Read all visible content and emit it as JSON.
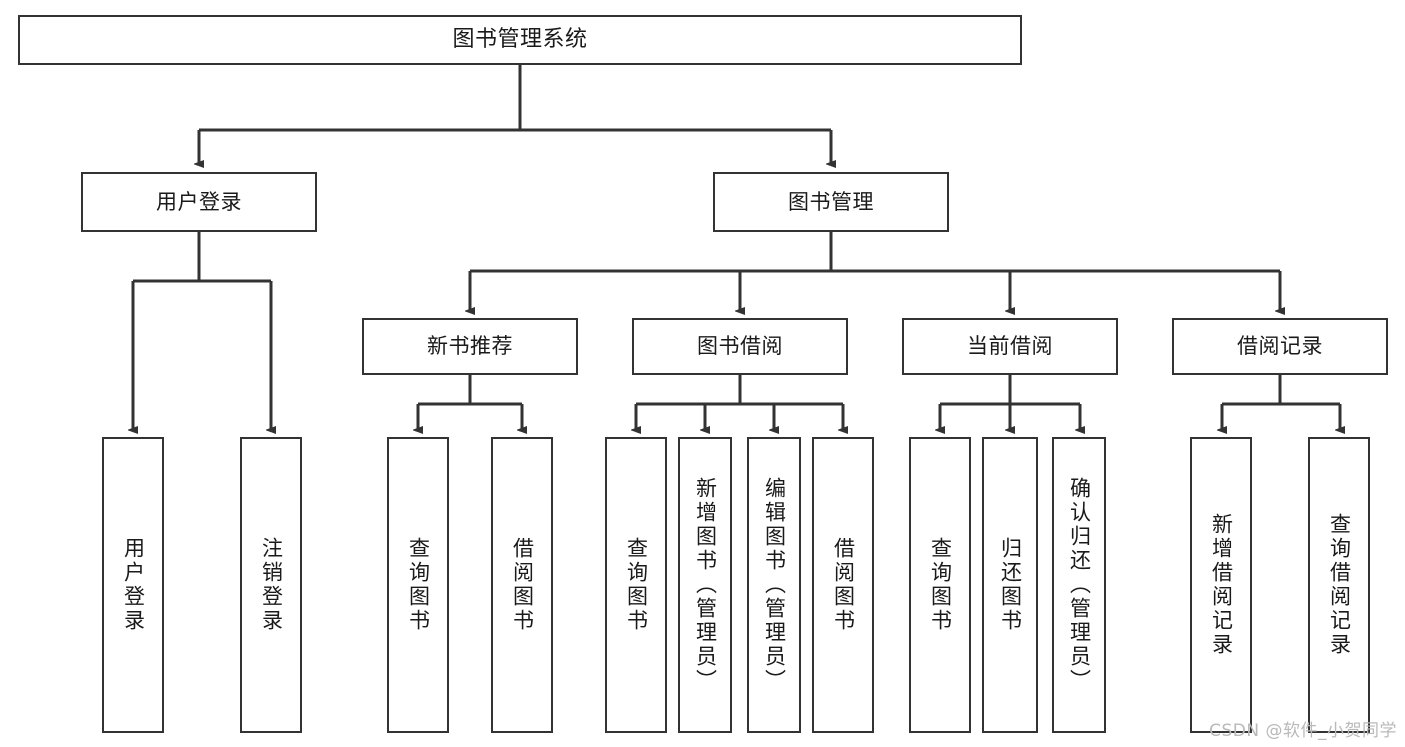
{
  "diagram": {
    "title": "图书管理系统",
    "type": "tree-hierarchy-chart",
    "colors": {
      "box_border": "#333333",
      "box_fill": "#ffffff",
      "edge": "#333333",
      "text": "#1a1a1a",
      "watermark": "#b9b9b9",
      "background": "#ffffff"
    },
    "nodes": {
      "root": {
        "label": "图书管理系统"
      },
      "level2": [
        {
          "id": "user-login",
          "label": "用户登录"
        },
        {
          "id": "book-manage",
          "label": "图书管理"
        }
      ],
      "level3": [
        {
          "id": "new-book-recommend",
          "label": "新书推荐"
        },
        {
          "id": "book-borrow",
          "label": "图书借阅"
        },
        {
          "id": "current-borrow",
          "label": "当前借阅"
        },
        {
          "id": "borrow-record",
          "label": "借阅记录"
        }
      ],
      "leaves": [
        {
          "id": "leaf-user-login",
          "label": "用户登录",
          "parent": "user-login"
        },
        {
          "id": "leaf-logout",
          "label": "注销登录",
          "parent": "user-login"
        },
        {
          "id": "leaf-query-book-1",
          "label": "查询图书",
          "parent": "new-book-recommend"
        },
        {
          "id": "leaf-borrow-book-1",
          "label": "借阅图书",
          "parent": "new-book-recommend"
        },
        {
          "id": "leaf-query-book-2",
          "label": "查询图书",
          "parent": "book-borrow"
        },
        {
          "id": "leaf-add-book",
          "label": "新增图书（管理员）",
          "parent": "book-borrow"
        },
        {
          "id": "leaf-edit-book",
          "label": "编辑图书（管理员）",
          "parent": "book-borrow"
        },
        {
          "id": "leaf-borrow-book-2",
          "label": "借阅图书",
          "parent": "book-borrow"
        },
        {
          "id": "leaf-query-book-3",
          "label": "查询图书",
          "parent": "current-borrow"
        },
        {
          "id": "leaf-return-book",
          "label": "归还图书",
          "parent": "current-borrow"
        },
        {
          "id": "leaf-confirm-return",
          "label": "确认归还（管理员）",
          "parent": "current-borrow"
        },
        {
          "id": "leaf-add-record",
          "label": "新增借阅记录",
          "parent": "borrow-record"
        },
        {
          "id": "leaf-query-record",
          "label": "查询借阅记录",
          "parent": "borrow-record"
        }
      ]
    },
    "watermark": "CSDN @软件_小贺同学"
  }
}
